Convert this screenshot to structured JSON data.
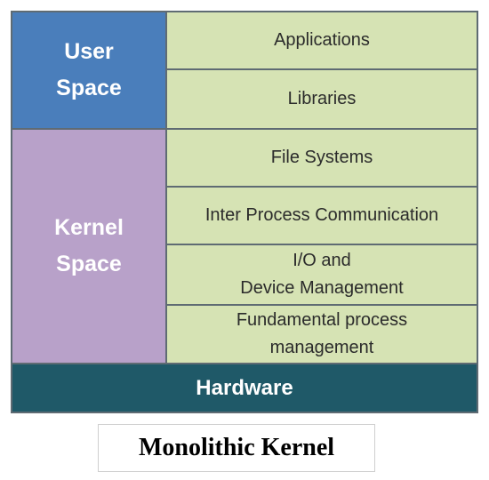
{
  "diagram": {
    "user_space_label": "User\nSpace",
    "kernel_space_label": "Kernel\nSpace",
    "layers": [
      "Applications",
      "Libraries",
      "File Systems",
      "Inter Process Communication",
      "I/O and\nDevice Management",
      "Fundamental process\nmanagement"
    ],
    "hardware_label": "Hardware"
  },
  "caption": "Monolithic Kernel",
  "colors": {
    "user_space": "#4a7ebb",
    "kernel_space": "#b8a1c9",
    "layer": "#d6e3b4",
    "hardware": "#1f5968",
    "frame": "#5f6b73"
  }
}
